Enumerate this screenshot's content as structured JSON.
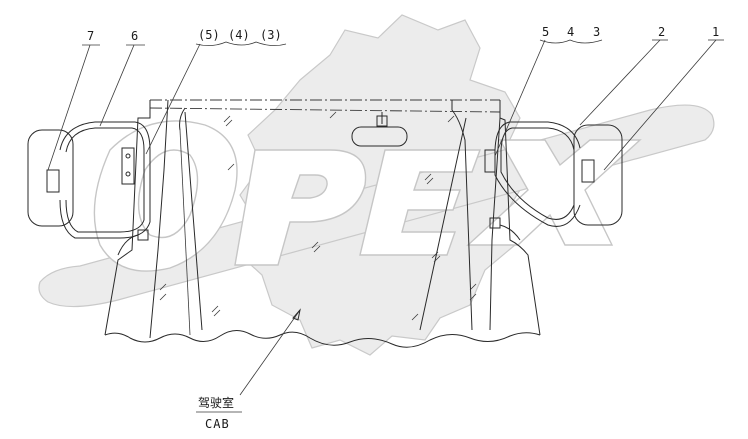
{
  "watermark_text": "OPEX",
  "callouts": {
    "c7": "7",
    "c6": "6",
    "c5p": "(5)",
    "c4p": "(4)",
    "c3p": "(3)",
    "c5": "5",
    "c4": "4",
    "c3": "3",
    "c2": "2",
    "c1": "1"
  },
  "caption": {
    "cn": "驾驶室",
    "en": "CAB"
  }
}
